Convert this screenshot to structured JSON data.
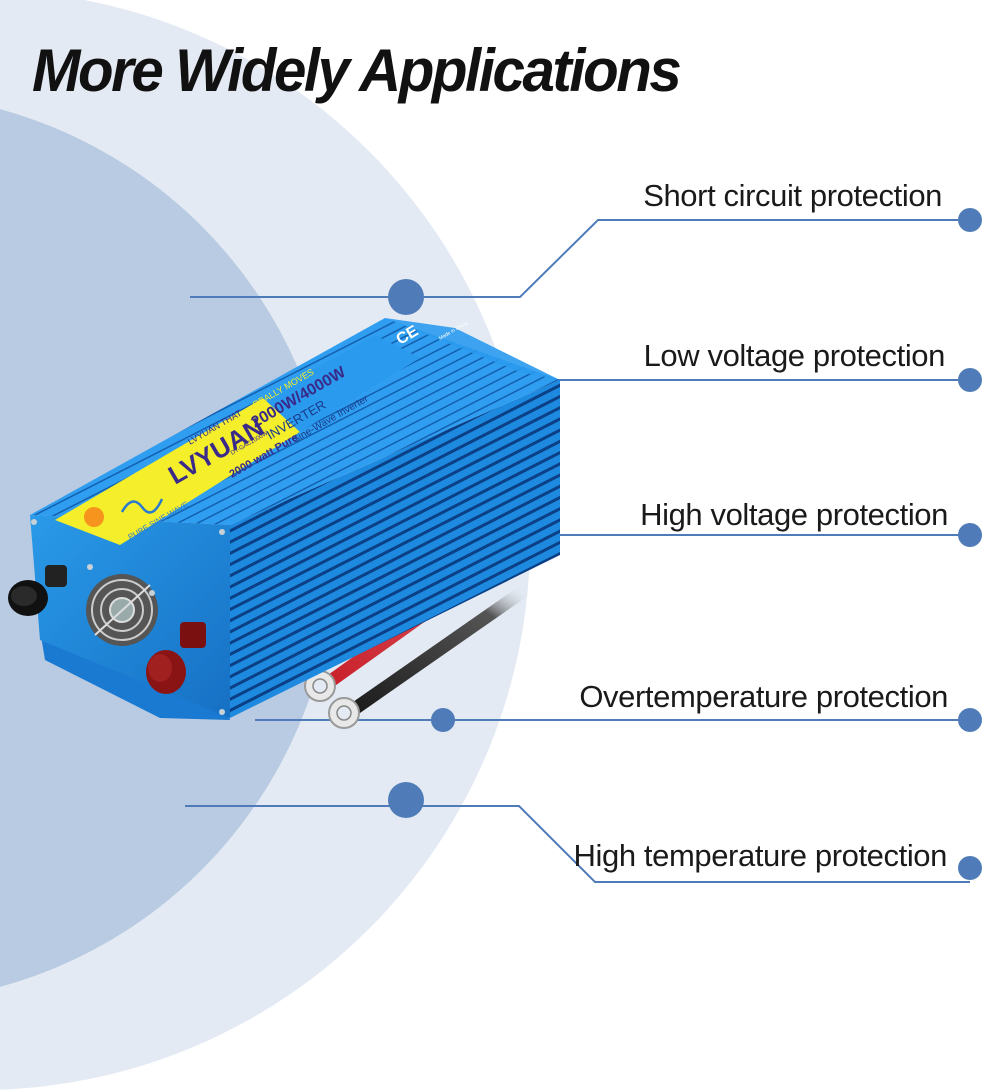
{
  "header": {
    "title": "More Widely Applications"
  },
  "features": [
    {
      "label": "Short circuit protection",
      "icon": "dot-marker"
    },
    {
      "label": "Low voltage protection",
      "icon": "dot-marker"
    },
    {
      "label": "High voltage protection",
      "icon": "dot-marker"
    },
    {
      "label": "Overtemperature protection",
      "icon": "dot-marker"
    },
    {
      "label": "High temperature protection",
      "icon": "dot-marker"
    }
  ],
  "product": {
    "brand": "LVYUAN",
    "brand_mark": "®",
    "tagline_left": "LVYUAN THAT",
    "tagline_right": "REALLY MOVES",
    "power_rating": "2000W/4000W",
    "type": "INVERTER",
    "model": "DY-GAC2000W",
    "subtitle_left": "2000 watt Pure",
    "subtitle_right": "Sine-Wave Inverter",
    "wave_label": "PURE SINE WAVE",
    "cert": "CE",
    "origin": "Made in China",
    "terminal_neg": "−",
    "terminal_pos": "+"
  },
  "colors": {
    "accent": "#4f7cb8",
    "bg_outer": "#e3eaf3",
    "bg_inner": "#b9cbe2",
    "inverter_body": "#1e88d8",
    "label_yellow": "#f5ee2a",
    "brand_purple": "#3a2a8a",
    "text": "#1a1a1a"
  }
}
